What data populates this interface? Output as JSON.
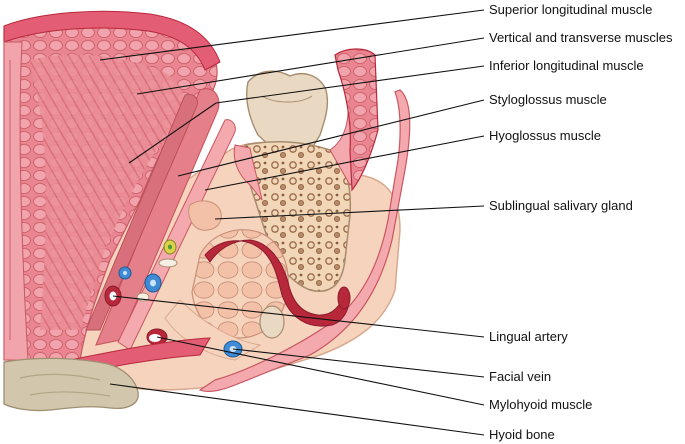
{
  "labels": {
    "superior_longitudinal": "Superior longitudinal muscle",
    "vertical_transverse": "Vertical and transverse muscles",
    "inferior_longitudinal": "Inferior longitudinal muscle",
    "styloglossus": "Styloglossus muscle",
    "hyoglossus": "Hyoglossus muscle",
    "sublingual_gland": "Sublingual salivary gland",
    "lingual_artery": "Lingual artery",
    "facial_vein": "Facial vein",
    "mylohyoid": "Mylohyoid muscle",
    "hyoid": "Hyoid bone"
  },
  "colors": {
    "muscle": "#e57f8a",
    "muscle_light": "#f3a9ae",
    "muscle_dark": "#c9565f",
    "mucosa": "#e35d74",
    "tissue": "#f6d3bd",
    "tissue_edge": "#d9a98f",
    "tooth": "#e9d9c2",
    "bone": "#f1d6b8",
    "marrow": "#9a6b4c",
    "hyoid": "#d2c6ad",
    "artery": "#b8283b",
    "vein": "#3f8bd6",
    "nerve": "#d9d24a"
  }
}
